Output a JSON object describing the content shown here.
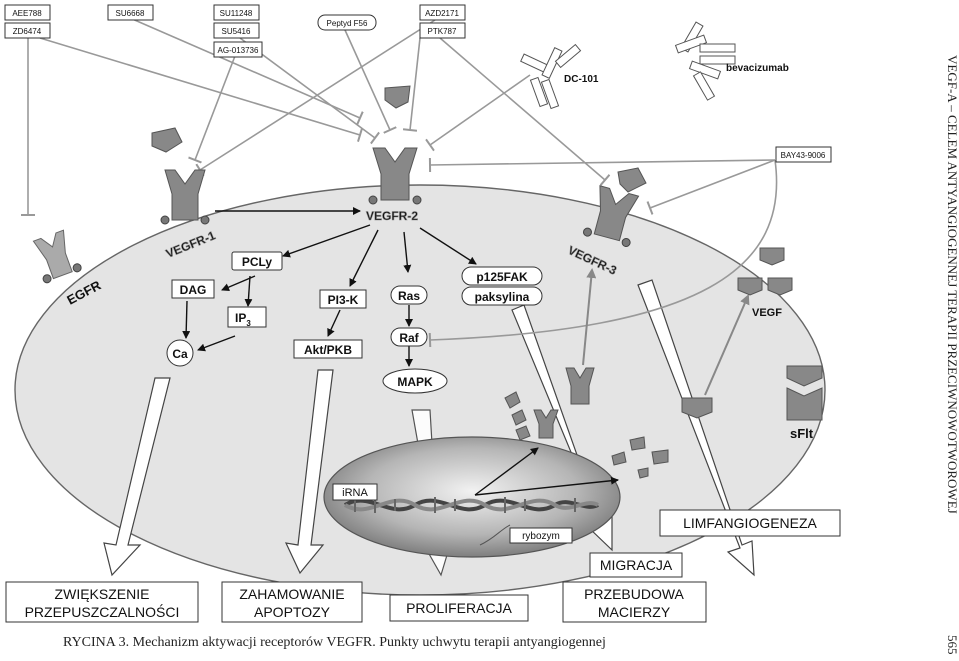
{
  "inhibitors": {
    "aee788": "AEE788",
    "zd6474": "ZD6474",
    "su6668": "SU6668",
    "su11248": "SU11248",
    "su5416": "SU5416",
    "ag013736": "AG-013736",
    "peptyd": "Peptyd F56",
    "azd2171": "AZD2171",
    "ptk787": "PTK787",
    "dc101": "DC-101",
    "bevacizumab": "bevacizumab",
    "bay": "BAY43-9006"
  },
  "receptors": {
    "egfr": "EGFR",
    "vegfr1": "VEGFR-1",
    "vegfr2": "VEGFR-2",
    "vegfr3": "VEGFR-3"
  },
  "signaling": {
    "pcly": "PCLy",
    "dag": "DAG",
    "ip3_main": "IP",
    "ip3_sub": "3",
    "ca": "Ca",
    "pi3k": "PI3-K",
    "aktpkb": "Akt/PKB",
    "ras": "Ras",
    "raf": "Raf",
    "mapk": "MAPK",
    "p125fak": "p125FAK",
    "paksylina": "paksylina"
  },
  "nucleus": {
    "irna": "iRNA",
    "rybozym": "rybozym"
  },
  "outcomes": {
    "permeability_l1": "ZWIĘKSZENIE",
    "permeability_l2": "PRZEPUSZCZALNOŚCI",
    "apoptosis_l1": "ZAHAMOWANIE",
    "apoptosis_l2": "APOPTOZY",
    "proliferation": "PROLIFERACJA",
    "migration": "MIGRACJA",
    "remodel_l1": "PRZEBUDOWA",
    "remodel_l2": "MACIERZY",
    "lymph": "LIMFANGIOGENEZA"
  },
  "ligands": {
    "vegf": "VEGF",
    "sflt": "sFlt"
  },
  "caption": "RYCINA 3.  Mechanizm aktywacji receptorów VEGFR. Punkty uchwytu terapii antyangiogennej",
  "side_title": "VEGF-A – CELEM ANTYANGIOGENNEJ TERAPII PRZECIWNOWOTWOROWEJ",
  "page_number": "565"
}
